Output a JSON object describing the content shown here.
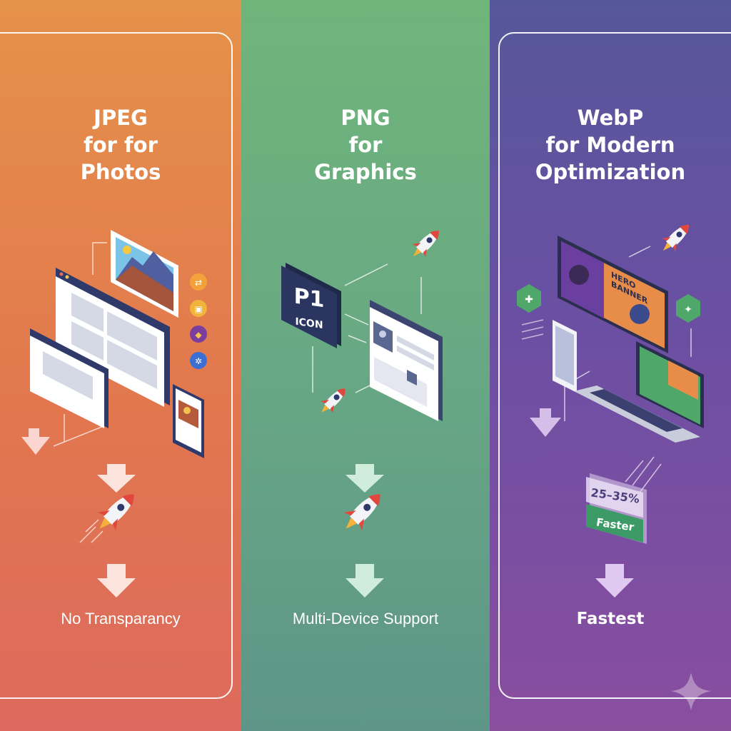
{
  "panels": [
    {
      "title_lines": [
        "JPEG",
        "for for",
        "Photos"
      ],
      "caption": "No Transparancy",
      "color": "#E2774E"
    },
    {
      "title_lines": [
        "PNG",
        "for",
        "Graphics"
      ],
      "caption": "Multi-Device Support",
      "color": "#68A884",
      "icon_label_top": "P1",
      "icon_label_bottom": "ICON"
    },
    {
      "title_lines": [
        "WebP",
        "for Modern",
        "Optimization"
      ],
      "caption": "Fastest",
      "color": "#6B4FA3",
      "monitor_text": [
        "HERO",
        "BANNER"
      ],
      "badge_top": "25–35%",
      "badge_bottom": "Faster"
    }
  ]
}
